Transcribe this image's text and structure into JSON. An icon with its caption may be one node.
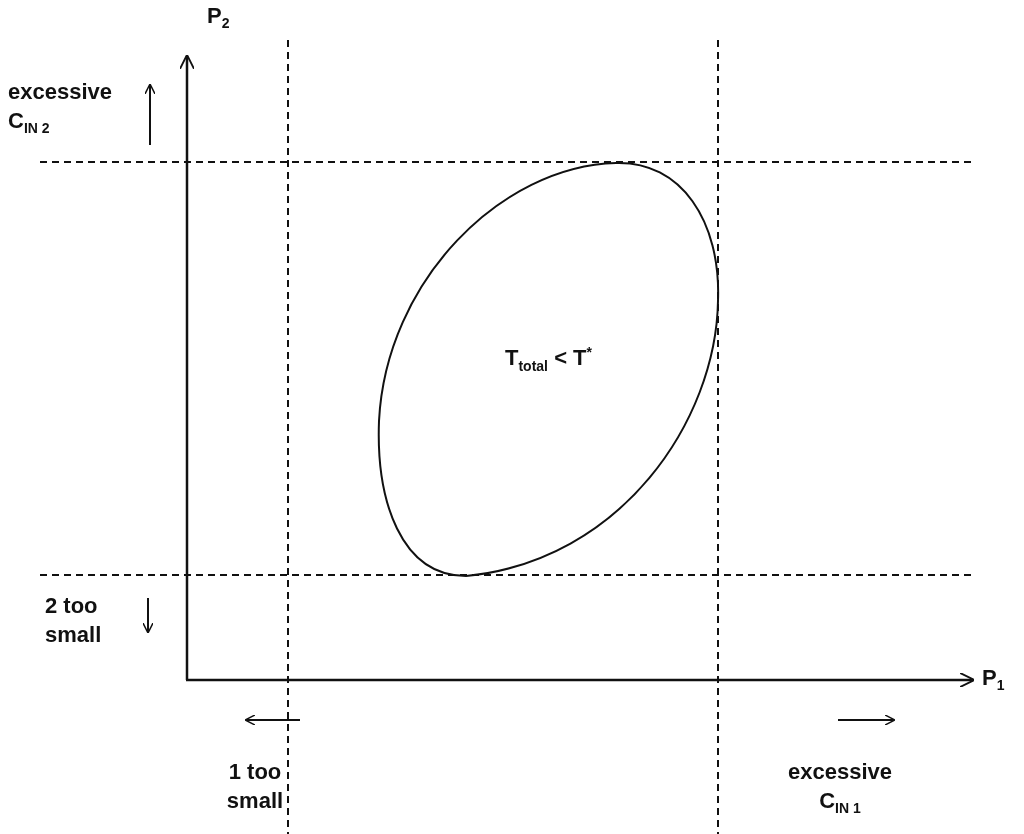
{
  "diagram": {
    "nodes": [
      {
        "text": [
          "T$_{total}$ < T$^{*}$"
        ]
      }
    ],
    "labels": [
      "P$_{2}$",
      "excessive C$_{IN 2}$",
      "2 too small",
      "P$_{1}$",
      "1 too small",
      "excessive C$_{IN 1}$"
    ]
  }
}
